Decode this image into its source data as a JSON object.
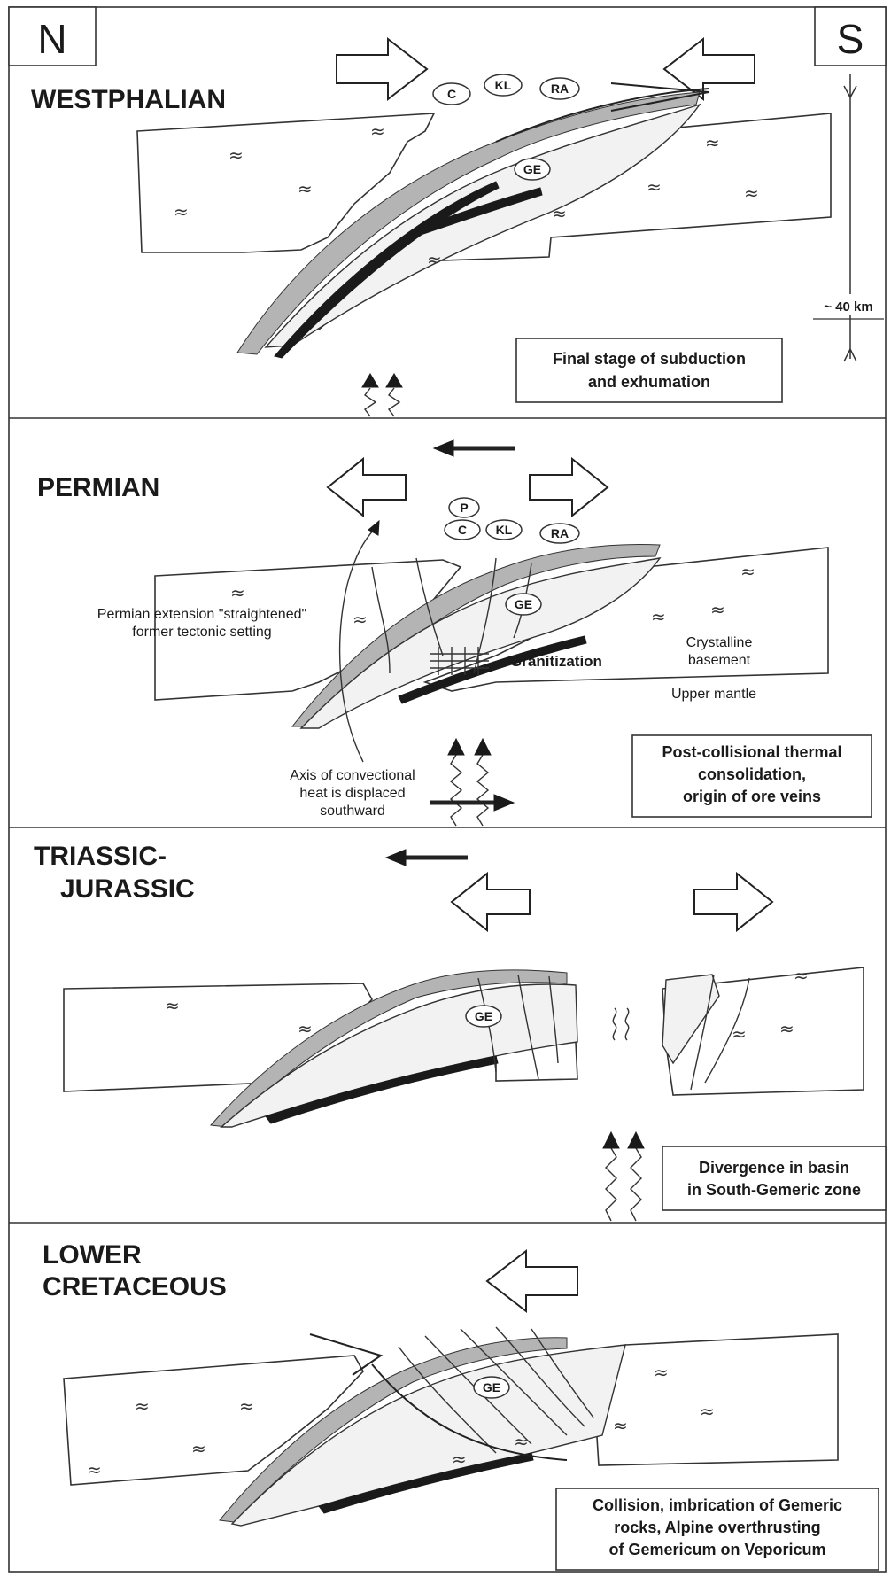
{
  "directions": {
    "north": "N",
    "south": "S"
  },
  "scale": {
    "label": "~ 40 km"
  },
  "panels": [
    {
      "title_lines": [
        "WESTPHALIAN"
      ],
      "units": [
        "C",
        "KL",
        "RA",
        "GE"
      ],
      "caption_lines": [
        "Final stage of subduction",
        "and exhumation"
      ]
    },
    {
      "title_lines": [
        "PERMIAN"
      ],
      "units": [
        "P",
        "C",
        "KL",
        "RA",
        "GE"
      ],
      "labels": {
        "extension_line1": "Permian extension \"straightened\"",
        "extension_line2": "former tectonic setting",
        "granitization": "Granitization",
        "crystalline_line1": "Crystalline",
        "crystalline_line2": "basement",
        "upper_mantle": "Upper mantle",
        "axis_line1": "Axis of convectional",
        "axis_line2": "heat is displaced",
        "axis_line3": "southward"
      },
      "caption_lines": [
        "Post-collisional thermal",
        "consolidation,",
        "origin of ore veins"
      ]
    },
    {
      "title_lines": [
        "TRIASSIC-",
        "JURASSIC"
      ],
      "units": [
        "GE"
      ],
      "caption_lines": [
        "Divergence in basin",
        "in South-Gemeric zone"
      ]
    },
    {
      "title_lines": [
        "LOWER",
        "CRETACEOUS"
      ],
      "units": [
        "GE"
      ],
      "caption_lines": [
        "Collision, imbrication of Gemeric",
        "rocks, Alpine overthrusting",
        "of Gemericum on Veporicum"
      ]
    }
  ],
  "symbols": {
    "basement_glyph": "≈"
  }
}
